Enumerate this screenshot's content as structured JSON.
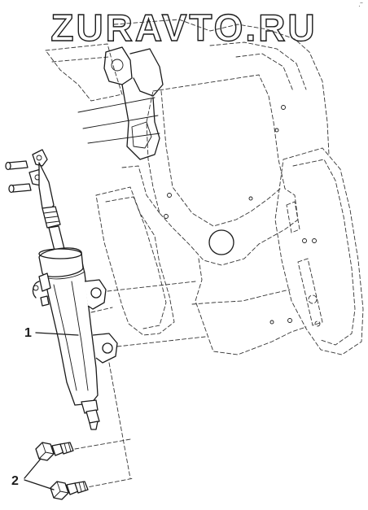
{
  "watermark": {
    "text": "ZURAVTO.RU"
  },
  "corner_mark": {
    "text": "·‾"
  },
  "callouts": [
    {
      "id": "1",
      "text": "1"
    },
    {
      "id": "2",
      "text": "2"
    }
  ]
}
